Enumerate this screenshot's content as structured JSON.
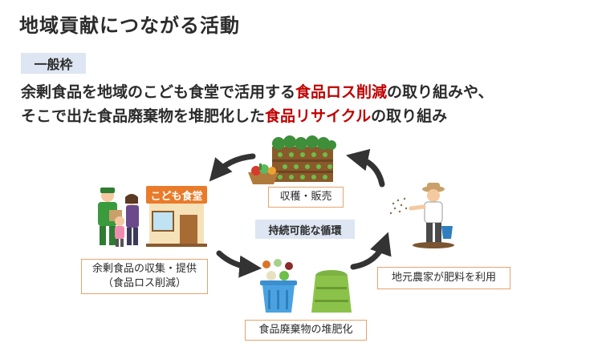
{
  "title": "地域貢献につながる活動",
  "category_badge": "一般枠",
  "description": {
    "line1": {
      "before": "余剰食品を地域のこども食堂で活用する",
      "highlight": "食品ロス削減",
      "after": "の取り組みや、"
    },
    "line2": {
      "before": "そこで出た食品廃棄物を堆肥化した",
      "highlight": "食品リサイクル",
      "after": "の取り組み"
    }
  },
  "cycle_label": "持続可能な循環",
  "steps": {
    "harvest": "収穫・販売",
    "collect_line1": "余剰食品の収集・提供",
    "collect_line2": "（食品ロス削減）",
    "compost": "食品廃棄物の堆肥化",
    "farmer": "地元農家が肥料を利用"
  },
  "shop_sign": "こども食堂",
  "icons": [
    "cycle-arrow-icon",
    "vegetable-field-icon",
    "vegetable-basket-icon",
    "shop-icon",
    "delivery-person-icon",
    "mother-child-icon",
    "food-waste-bin-icon",
    "compost-bin-icon",
    "farmer-icon"
  ],
  "colors": {
    "highlight": "#c00000",
    "badge_bg": "#dde6f2",
    "box_border": "#e6a36c",
    "arrow": "#333333"
  }
}
